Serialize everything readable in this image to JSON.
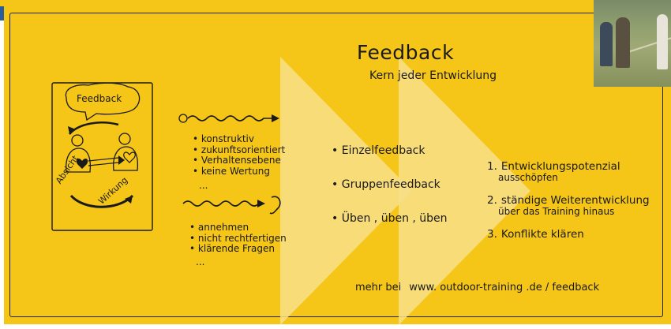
{
  "title": "Feedback",
  "subtitle": "Kern jeder Entwicklung",
  "sketch": {
    "bubble_label": "Feedback",
    "left_label": "Absicht",
    "right_label": "Wirkung"
  },
  "giving_list": [
    "konstruktiv",
    "zukunftsorientiert",
    "Verhaltensebene",
    "keine Wertung"
  ],
  "giving_more": "...",
  "receiving_list": [
    "annehmen",
    "nicht rechtfertigen",
    "klärende Fragen"
  ],
  "receiving_more": "...",
  "methods": [
    "Einzelfeedback",
    "Gruppenfeedback",
    "Üben , üben , üben"
  ],
  "goals": [
    {
      "num": "1.",
      "line1": "Entwicklungspotenzial",
      "line2": "ausschöpfen"
    },
    {
      "num": "2.",
      "line1": "ständige Weiterentwicklung",
      "line2": "über das Training hinaus"
    },
    {
      "num": "3.",
      "line1": "Konflikte klären",
      "line2": ""
    }
  ],
  "footer": {
    "prefix": "mehr bei",
    "link": "www. outdoor-training .de / feedback"
  },
  "colors": {
    "background": "#f5c518",
    "chevron": "#f8df8a",
    "ink": "#1a1a1a",
    "accent_blue": "#2a5d9c"
  }
}
